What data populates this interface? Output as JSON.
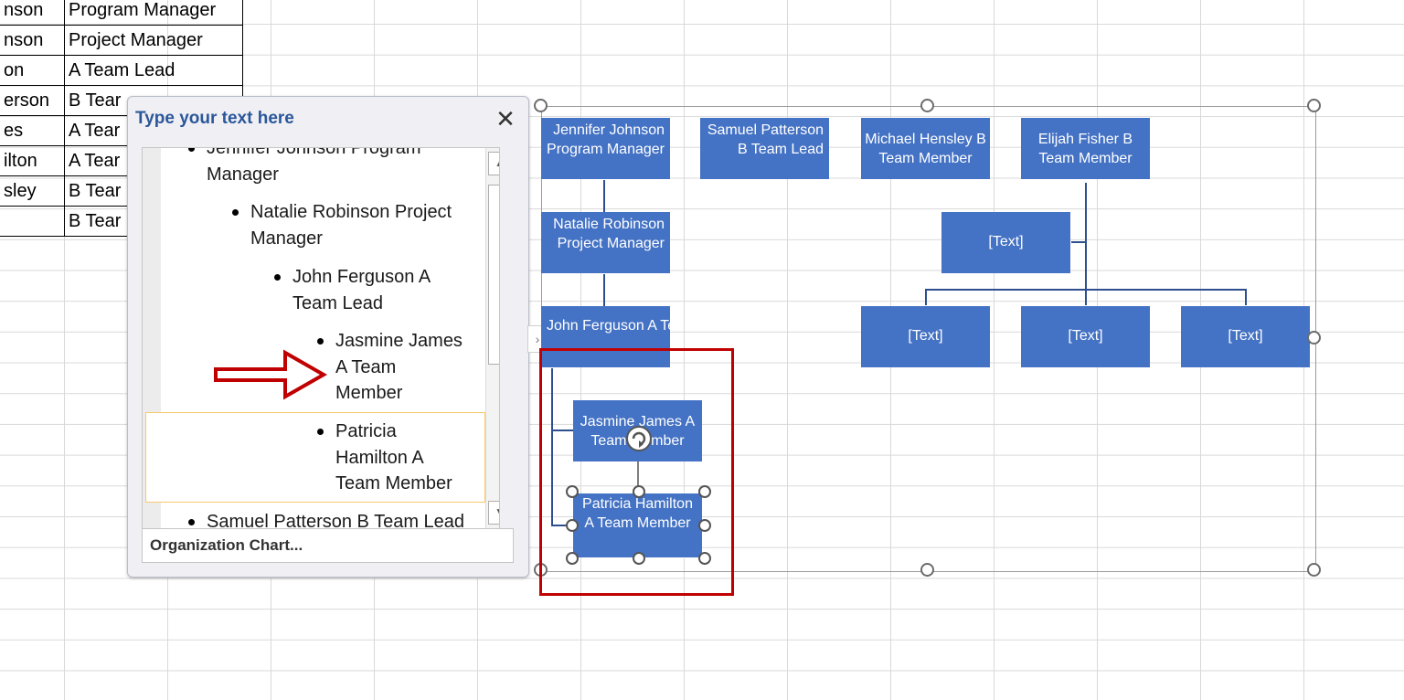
{
  "sheet": {
    "rows": [
      {
        "a": "nson",
        "b": "Program Manager"
      },
      {
        "a": "nson",
        "b": "Project Manager"
      },
      {
        "a": "on",
        "b": "A Team Lead"
      },
      {
        "a": "erson",
        "b": "B Tear"
      },
      {
        "a": "es",
        "b": "A Tear"
      },
      {
        "a": "ilton",
        "b": "A Tear"
      },
      {
        "a": "sley",
        "b": "B Tear"
      },
      {
        "a": "",
        "b": "B Tear"
      }
    ]
  },
  "text_pane": {
    "title": "Type your text here",
    "close_glyph": "✕",
    "items": [
      "Jennifer Johnson  Program Manager",
      "Natalie Robinson Project Manager",
      "John Ferguson A Team Lead",
      "Jasmine James A Team Member",
      "Patricia Hamilton A Team Member",
      "Samuel Patterson B Team Lead"
    ],
    "footer_label": "Organization Chart...",
    "scroll_up_glyph": "▲",
    "scroll_down_glyph": "▼",
    "collapse_glyph": "›"
  },
  "smartart": {
    "boxes": {
      "jennifer": "Jennifer Johnson Program Manager",
      "samuel": "Samuel Patterson B Team Lead",
      "michael": "Michael Hensley B Team Member",
      "elijah": "Elijah Fisher B Team Member",
      "natalie": "Natalie Robinson Project Manager",
      "john": "John Ferguson A Team Lead",
      "jasmine": "Jasmine James A Team Member",
      "patricia": "Patricia Hamilton A Team Member",
      "assistant": "[Text]",
      "sub1": "[Text]",
      "sub2": "[Text]",
      "sub3": "[Text]"
    },
    "box_color": "#4472c4",
    "highlight_color": "#c00000",
    "arrow_color": "#c00000"
  }
}
